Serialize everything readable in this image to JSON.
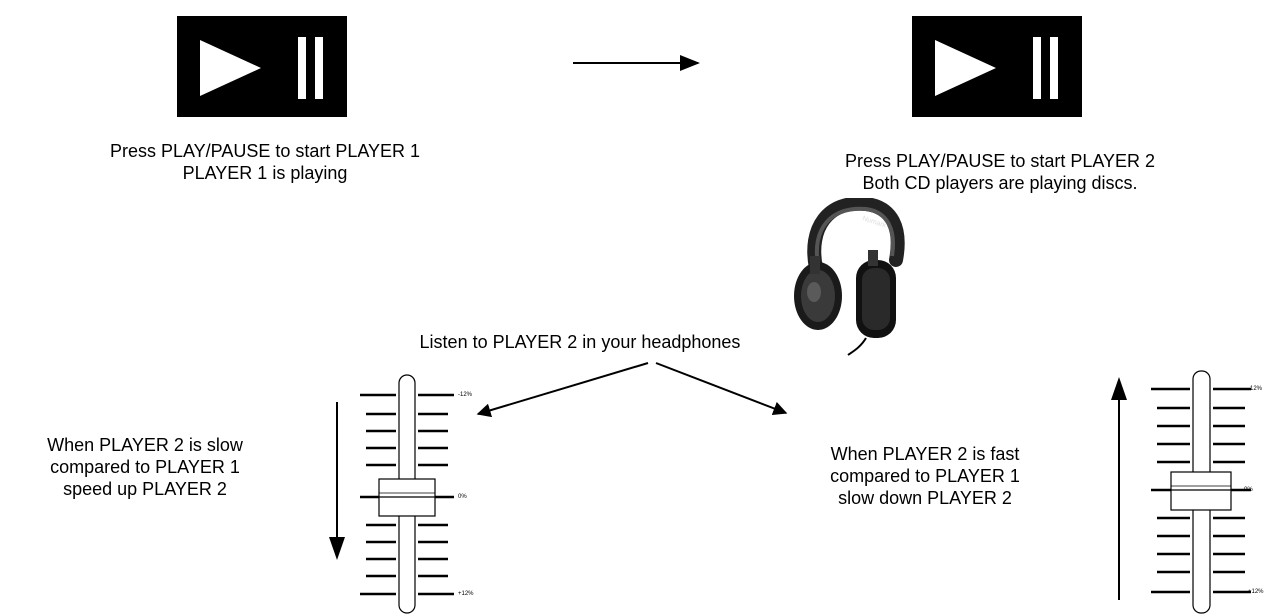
{
  "player1": {
    "button_icon": "play-pause-icon",
    "caption_line1": "Press PLAY/PAUSE to start PLAYER 1",
    "caption_line2": "PLAYER 1 is playing"
  },
  "player2": {
    "button_icon": "play-pause-icon",
    "caption_line1": "Press PLAY/PAUSE to start PLAYER 2",
    "caption_line2": "Both CD players are playing discs."
  },
  "headphones": {
    "icon": "headphones-icon",
    "brand": "Numark"
  },
  "listen_caption": "Listen to PLAYER 2 in your headphones",
  "slow_case": {
    "line1": "When PLAYER 2 is slow",
    "line2": "compared to PLAYER 1",
    "line3": "speed up PLAYER 2"
  },
  "fast_case": {
    "line1": "When PLAYER 2 is fast",
    "line2": "compared to PLAYER 1",
    "line3": "slow down PLAYER 2"
  },
  "pitch_fader": {
    "top_label": "-12%",
    "center_label": "0%",
    "bottom_label": "+12%"
  },
  "colors": {
    "button_background": "#000000",
    "icon": "#ffffff",
    "line": "#000000"
  }
}
